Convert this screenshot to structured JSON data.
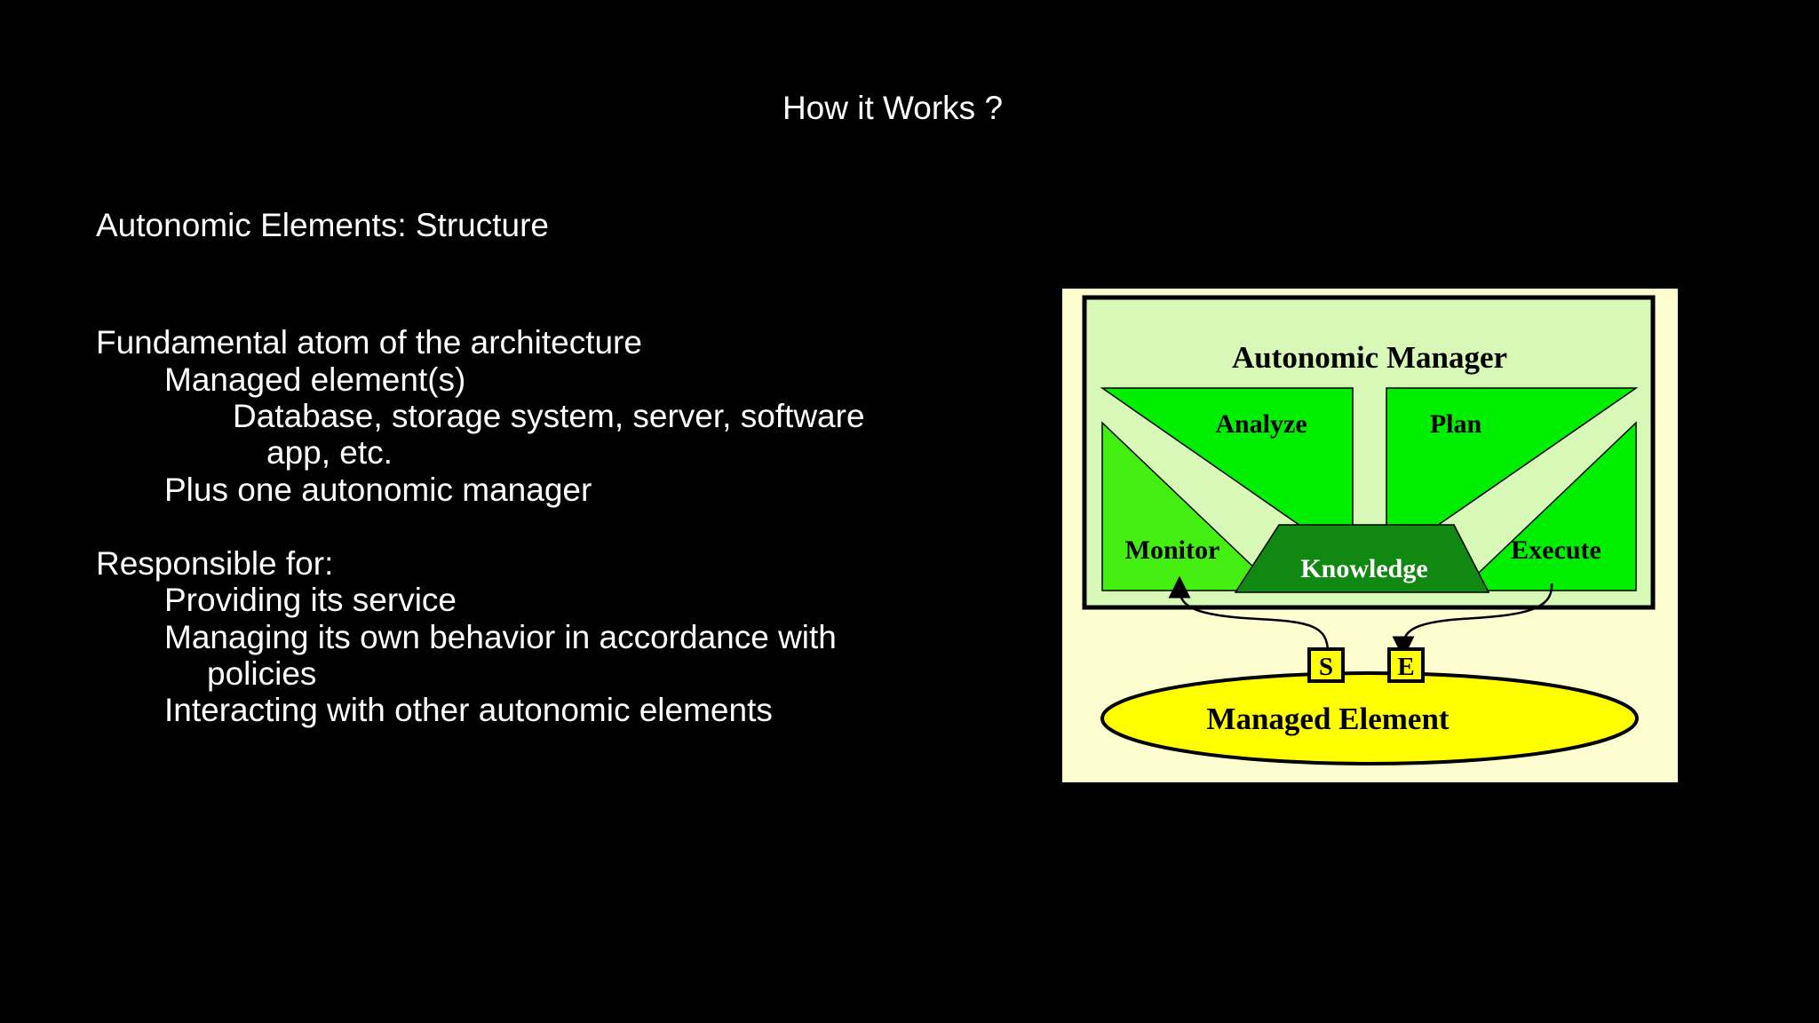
{
  "slide": {
    "title": "How it Works ?",
    "subtitle": "Autonomic Elements: Structure",
    "lines": [
      "Fundamental atom of the architecture",
      "Managed element(s)",
      "Database, storage system, server, software",
      "app, etc.",
      "Plus one autonomic manager",
      "Responsible for:",
      "Providing its service",
      "Managing its own behavior in accordance with",
      "policies",
      "Interacting with other autonomic elements"
    ]
  },
  "diagram": {
    "manager_label": "Autonomic Manager",
    "analyze_label": "Analyze",
    "plan_label": "Plan",
    "monitor_label": "Monitor",
    "execute_label": "Execute",
    "knowledge_label": "Knowledge",
    "sensor_label": "S",
    "effector_label": "E",
    "managed_element_label": "Managed Element",
    "colors": {
      "background": "#fdfdd0",
      "manager_fill": "#d8f8b8",
      "phase_fill": "#00ee00",
      "monitor_fill": "#44ee11",
      "knowledge_fill": "#118811",
      "element_fill": "#ffff00",
      "outline": "#000000"
    }
  }
}
